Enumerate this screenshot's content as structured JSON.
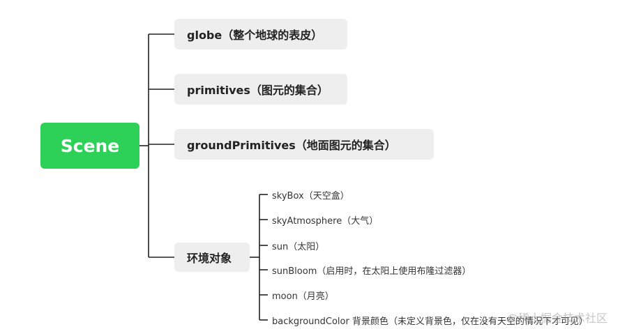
{
  "root": {
    "label": "Scene"
  },
  "branches": [
    {
      "label": "globe（整个地球的表皮）"
    },
    {
      "label": "primitives（图元的集合）"
    },
    {
      "label": "groundPrimitives（地面图元的集合）"
    },
    {
      "label": "环境对象"
    }
  ],
  "environment_children": [
    {
      "label": "skyBox（天空盒）"
    },
    {
      "label": "skyAtmosphere（大气）"
    },
    {
      "label": "sun（太阳）"
    },
    {
      "label": "sunBloom（启用时，在太阳上使用布隆过滤器）"
    },
    {
      "label": "moon（月亮）"
    },
    {
      "label": "backgroundColor 背景颜色（未定义背景色，仅在没有天空的情况下才可见）"
    }
  ],
  "watermark": "@稀土掘金技术社区",
  "colors": {
    "root_fill": "#2ed157",
    "branch_fill": "#eeeeee",
    "line": "#222222"
  }
}
